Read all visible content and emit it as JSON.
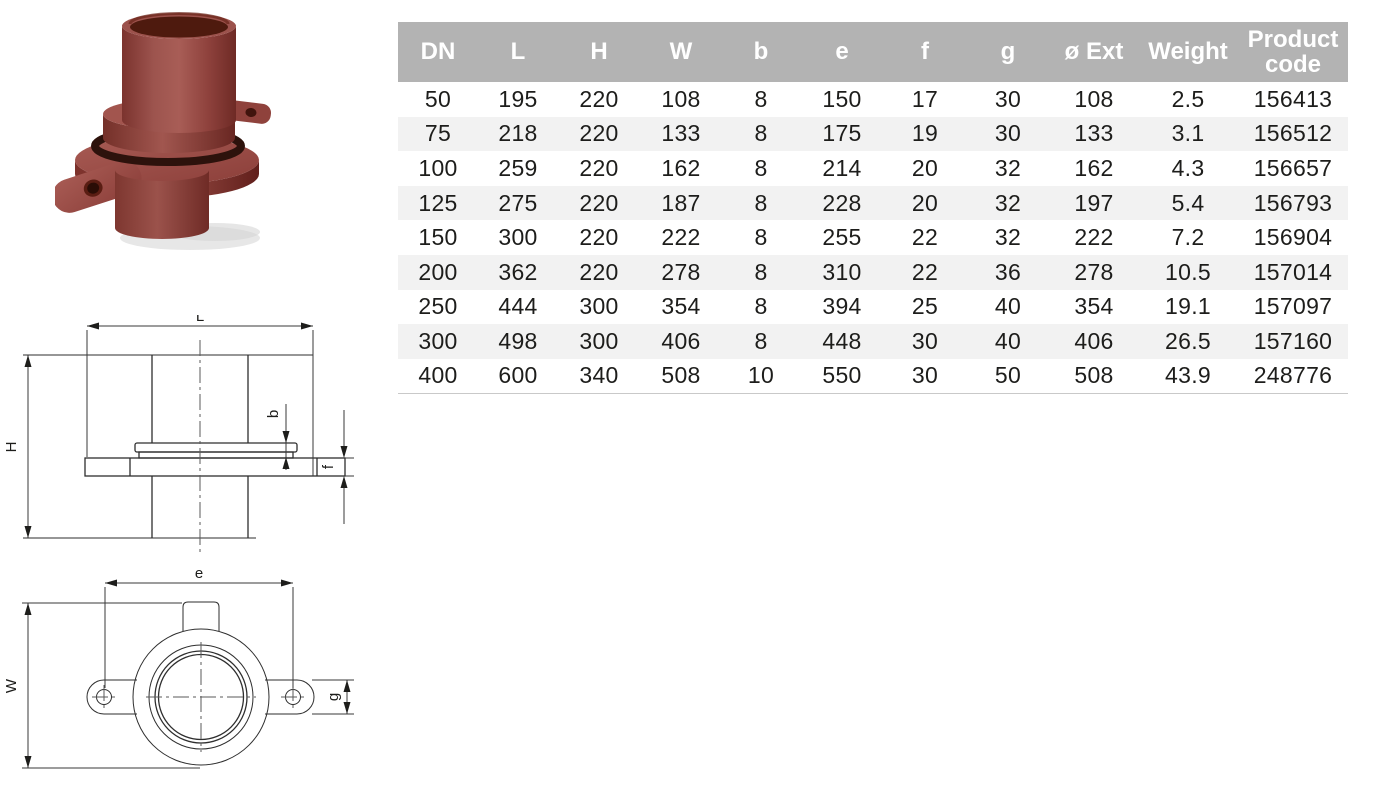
{
  "product": {
    "photo_alt": "Red cast-iron pipe fitting with bolted ear flange and gasket ring",
    "body_color": "#9c524c",
    "gasket_color": "#2d120c"
  },
  "table": {
    "header_bg": "#b3b3b3",
    "row_alt_bg": "#f2f2f2",
    "columns": [
      "DN",
      "L",
      "H",
      "W",
      "b",
      "e",
      "f",
      "g",
      "ø Ext",
      "Weight",
      "Product code"
    ],
    "column_keys": [
      "dn",
      "l",
      "h",
      "w",
      "b",
      "e",
      "f",
      "g",
      "ext",
      "weight",
      "product-code"
    ],
    "rows": [
      [
        "50",
        "195",
        "220",
        "108",
        "8",
        "150",
        "17",
        "30",
        "108",
        "2.5",
        "156413"
      ],
      [
        "75",
        "218",
        "220",
        "133",
        "8",
        "175",
        "19",
        "30",
        "133",
        "3.1",
        "156512"
      ],
      [
        "100",
        "259",
        "220",
        "162",
        "8",
        "214",
        "20",
        "32",
        "162",
        "4.3",
        "156657"
      ],
      [
        "125",
        "275",
        "220",
        "187",
        "8",
        "228",
        "20",
        "32",
        "197",
        "5.4",
        "156793"
      ],
      [
        "150",
        "300",
        "220",
        "222",
        "8",
        "255",
        "22",
        "32",
        "222",
        "7.2",
        "156904"
      ],
      [
        "200",
        "362",
        "220",
        "278",
        "8",
        "310",
        "22",
        "36",
        "278",
        "10.5",
        "157014"
      ],
      [
        "250",
        "444",
        "300",
        "354",
        "8",
        "394",
        "25",
        "40",
        "354",
        "19.1",
        "157097"
      ],
      [
        "300",
        "498",
        "300",
        "406",
        "8",
        "448",
        "30",
        "40",
        "406",
        "26.5",
        "157160"
      ],
      [
        "400",
        "600",
        "340",
        "508",
        "10",
        "550",
        "30",
        "50",
        "508",
        "43.9",
        "248776"
      ]
    ]
  },
  "drawings": {
    "side": {
      "L": "L",
      "H": "H",
      "b": "b",
      "f": "f"
    },
    "top": {
      "e": "e",
      "W": "W",
      "g": "g"
    }
  }
}
